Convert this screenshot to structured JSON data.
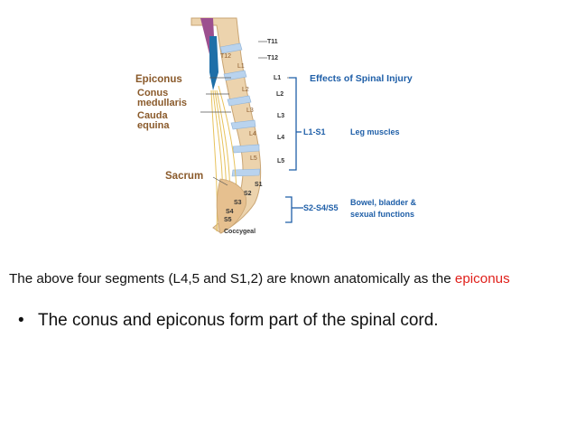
{
  "figure": {
    "anatomy_labels": {
      "epiconus": "Epiconus",
      "conus_line1": "Conus",
      "conus_line2": "medullaris",
      "cauda_line1": "Cauda",
      "cauda_line2": "equina",
      "sacrum": "Sacrum"
    },
    "vertebra_labels": [
      "T12",
      "L1",
      "L2",
      "L3",
      "L4",
      "L5"
    ],
    "nerve_labels": [
      "T11",
      "T12",
      "L1",
      "L2",
      "L3",
      "L4",
      "L5",
      "S1",
      "S2",
      "S3",
      "S4",
      "S5",
      "Coccygeal"
    ],
    "effects_title": "Effects of Spinal Injury",
    "groups": [
      {
        "range": "L1-S1",
        "effect_lines": [
          "Leg muscles"
        ]
      },
      {
        "range": "S2-S4/S5",
        "effect_lines": [
          "Bowel, bladder &",
          "sexual functions"
        ]
      }
    ],
    "colors": {
      "label_brown": "#8a5a2b",
      "effects_blue": "#1f5fa8",
      "bone": "#e8c79a",
      "disc": "#b9d3ee",
      "cord_purple": "#9c4f8f",
      "conus_blue": "#1e6fa8",
      "nerve": "#e7c25c"
    }
  },
  "caption": {
    "before": "The above four segments (L4,5 and S1,2) are known anatomically as the ",
    "highlight": "epiconus"
  },
  "bullet": {
    "marker": "•",
    "text": "The conus and epiconus form part of the spinal cord."
  }
}
